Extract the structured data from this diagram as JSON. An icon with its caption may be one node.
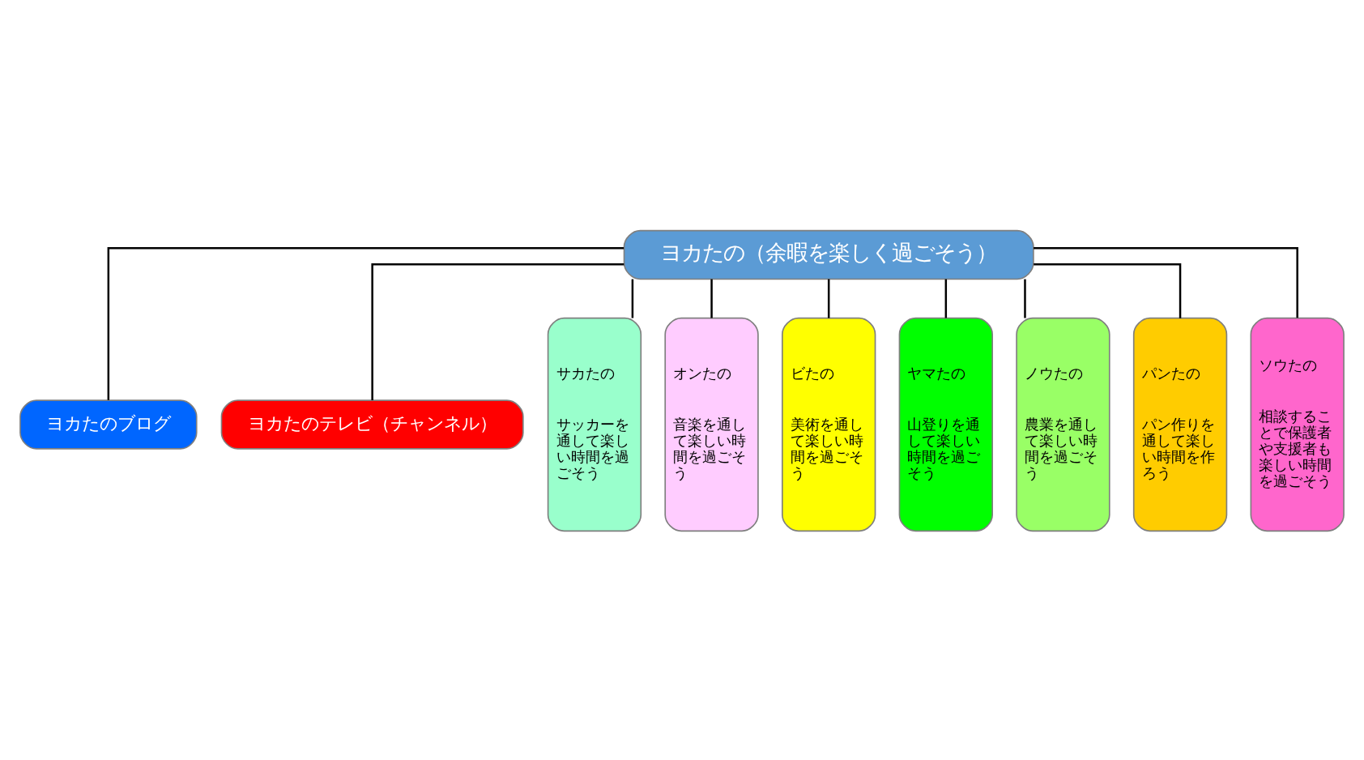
{
  "diagram": {
    "nodes": [
      {
        "text": [
          "ヨカたの（余暇を楽しく過ごそう）"
        ]
      },
      {
        "text": [
          "ヨカたのブログ"
        ]
      },
      {
        "text": [
          "ヨカたのテレビ（チャンネル）"
        ]
      },
      {
        "text": [
          "サカたの",
          "サッカーを通して楽しい時間を過ごそう"
        ]
      },
      {
        "text": [
          "オンたの",
          "音楽を通して楽しい時間を過ごそう"
        ]
      },
      {
        "text": [
          "ビたの",
          "美術を通して楽しい時間を過ごそう"
        ]
      },
      {
        "text": [
          "ヤマたの",
          "山登りを通して楽しい時間を過ごそう"
        ]
      },
      {
        "text": [
          "ノウたの",
          "農業を通して楽しい時間を過ごそう"
        ]
      },
      {
        "text": [
          "パンたの",
          "パン作りを通して楽しい時間を作ろう"
        ]
      },
      {
        "text": [
          "ソウたの",
          "相談することで保護者や支援者も楽しい時間を過ごそう"
        ]
      }
    ],
    "edges": [
      {
        "from": 0,
        "to": 1,
        "arrow": "none"
      },
      {
        "from": 0,
        "to": 2,
        "arrow": "none"
      },
      {
        "from": 0,
        "to": 3,
        "arrow": "none"
      },
      {
        "from": 0,
        "to": 4,
        "arrow": "none"
      },
      {
        "from": 0,
        "to": 5,
        "arrow": "none"
      },
      {
        "from": 0,
        "to": 6,
        "arrow": "none"
      },
      {
        "from": 0,
        "to": 7,
        "arrow": "none"
      },
      {
        "from": 0,
        "to": 8,
        "arrow": "none"
      },
      {
        "from": 0,
        "to": 9,
        "arrow": "none"
      }
    ]
  }
}
